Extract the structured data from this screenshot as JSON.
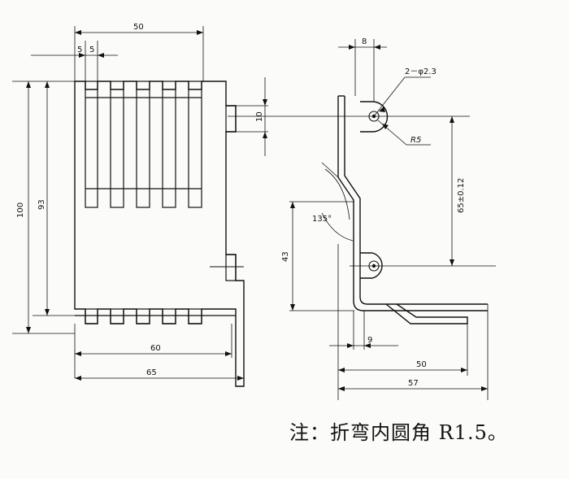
{
  "left_view": {
    "dim_width_top": "50",
    "dim_slot_a": "5",
    "dim_slot_b": "5",
    "dim_height_total": "100",
    "dim_height_inner": "93",
    "dim_width_60": "60",
    "dim_width_65": "65",
    "dim_tab_10": "10"
  },
  "right_view": {
    "dim_top_8": "8",
    "hole_callout": "2－φ2.3",
    "radius_callout": "R5",
    "dim_hole_spacing": "65±0.12",
    "angle": "135°",
    "dim_height_43": "43",
    "dim_9": "9",
    "dim_50": "50",
    "dim_57": "57"
  },
  "note": "注：折弯内圆角 R1.5。"
}
